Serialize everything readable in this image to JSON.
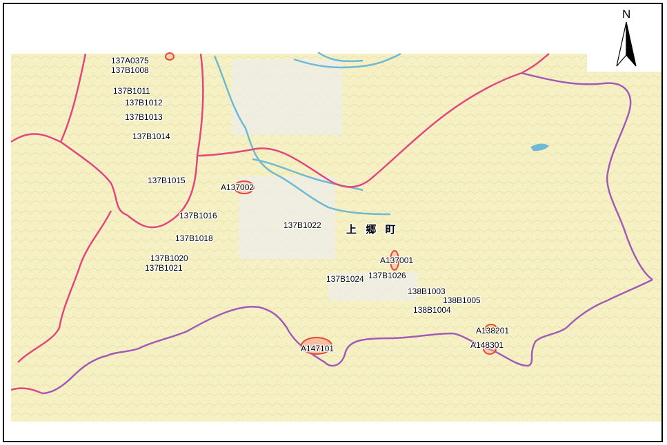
{
  "map": {
    "north_label": "N",
    "town_name": "上 郷 町",
    "colors": {
      "base": "#f6f1c4",
      "ridge": "#e6dca0",
      "river": "#6fb8d6",
      "pink_boundary": "#e2467f",
      "purple_boundary": "#a25ab8",
      "marker": "#e24a3c",
      "marker_fill": "#f4b59a"
    },
    "labels": [
      "137A0375",
      "137B1008",
      "137B1011",
      "137B1012",
      "137B1013",
      "137B1014",
      "137B1015",
      "A137002",
      "137B1016",
      "137B1018",
      "137B1020",
      "137B1021",
      "137B1022",
      "A137001",
      "137B1024",
      "137B1026",
      "138B1003",
      "138B1005",
      "138B1004",
      "A138201",
      "A148301",
      "A147101"
    ]
  }
}
